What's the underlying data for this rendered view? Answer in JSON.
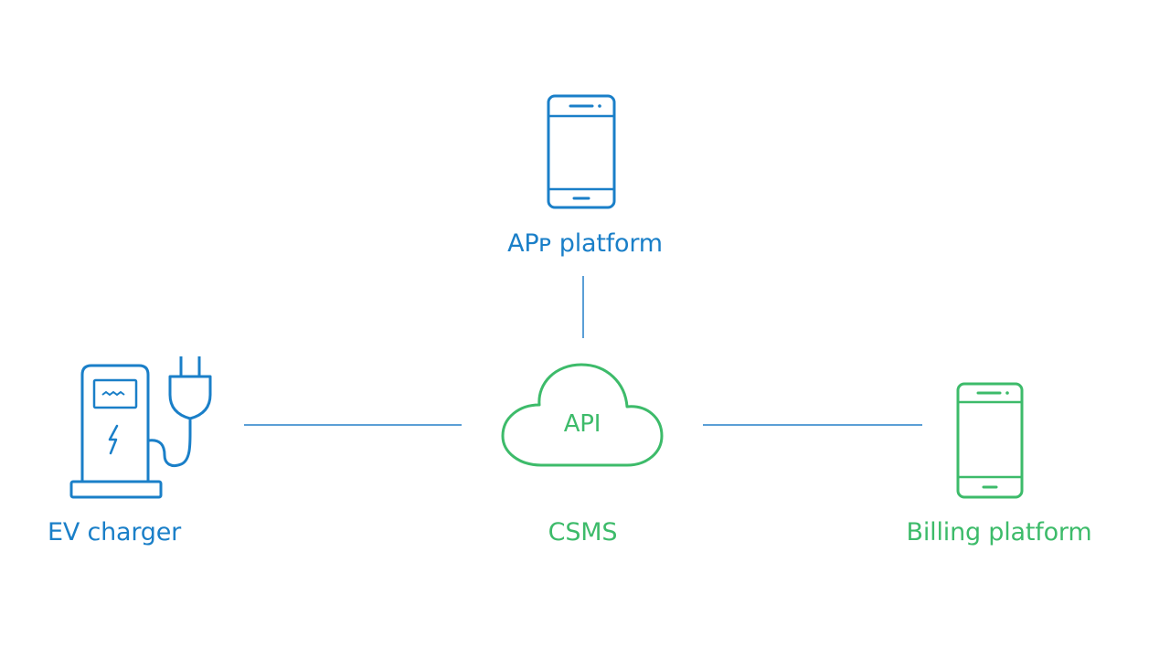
{
  "colors": {
    "blue": "#1a7fc8",
    "green": "#3dbb6a",
    "connector": "#5b9fd6"
  },
  "nodes": {
    "app_platform": {
      "label": "APᴘ platform",
      "icon": "smartphone-icon",
      "color": "#1a7fc8"
    },
    "ev_charger": {
      "label": "EV charger",
      "icon": "ev-charger-icon",
      "color": "#1a7fc8"
    },
    "csms": {
      "label": "CSMS",
      "icon": "cloud-icon",
      "icon_text": "API",
      "color": "#3dbb6a"
    },
    "billing_platform": {
      "label": "Billing platform",
      "icon": "smartphone-icon",
      "color": "#3dbb6a"
    }
  }
}
